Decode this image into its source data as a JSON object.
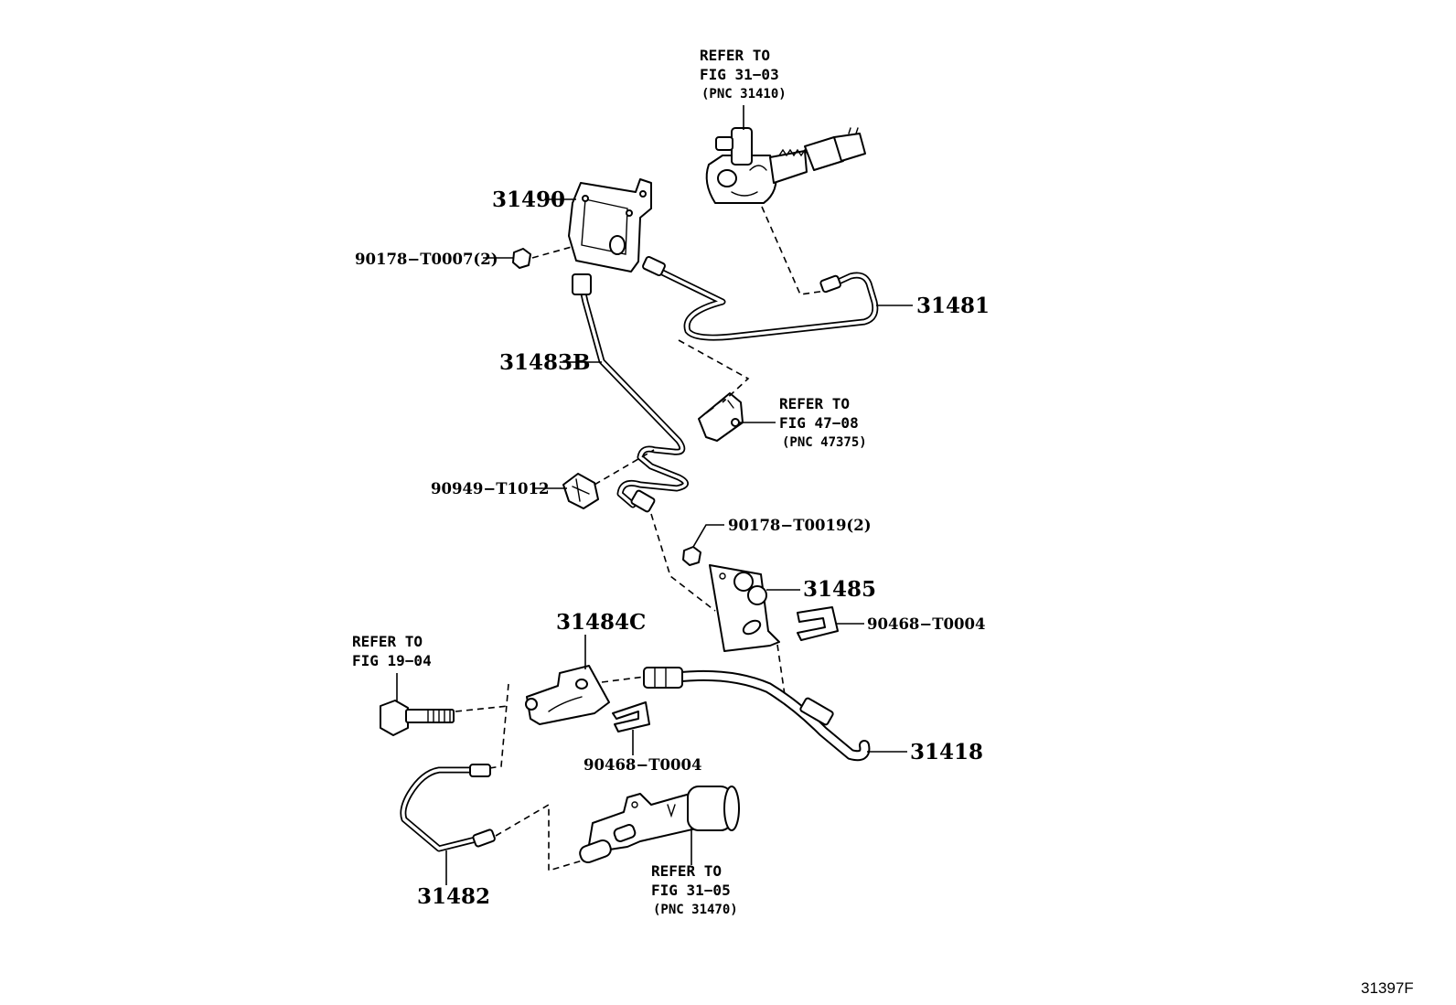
{
  "parts": {
    "p31490": "31490",
    "p90178_T0007": "90178−T0007(2)",
    "p31481": "31481",
    "p31483B": "31483B",
    "p90949_T1012": "90949−T1012",
    "p90178_T0019": "90178−T0019(2)",
    "p31485": "31485",
    "p90468_T0004_a": "90468−T0004",
    "p31484C": "31484C",
    "p31418": "31418",
    "p90468_T0004_b": "90468−T0004",
    "p31482": "31482"
  },
  "refs": {
    "master_cyl": {
      "l1": "REFER TO",
      "l2": "FIG 31−03",
      "l3": "(PNC 31410)"
    },
    "clamp": {
      "l1": "REFER TO",
      "l2": "FIG 47−08",
      "l3": "(PNC 47375)"
    },
    "bolt": {
      "l1": "REFER TO",
      "l2": "FIG 19−04"
    },
    "release_cyl": {
      "l1": "REFER TO",
      "l2": "FIG 31−05",
      "l3": "(PNC 31470)"
    }
  },
  "figure_id": "31397F"
}
